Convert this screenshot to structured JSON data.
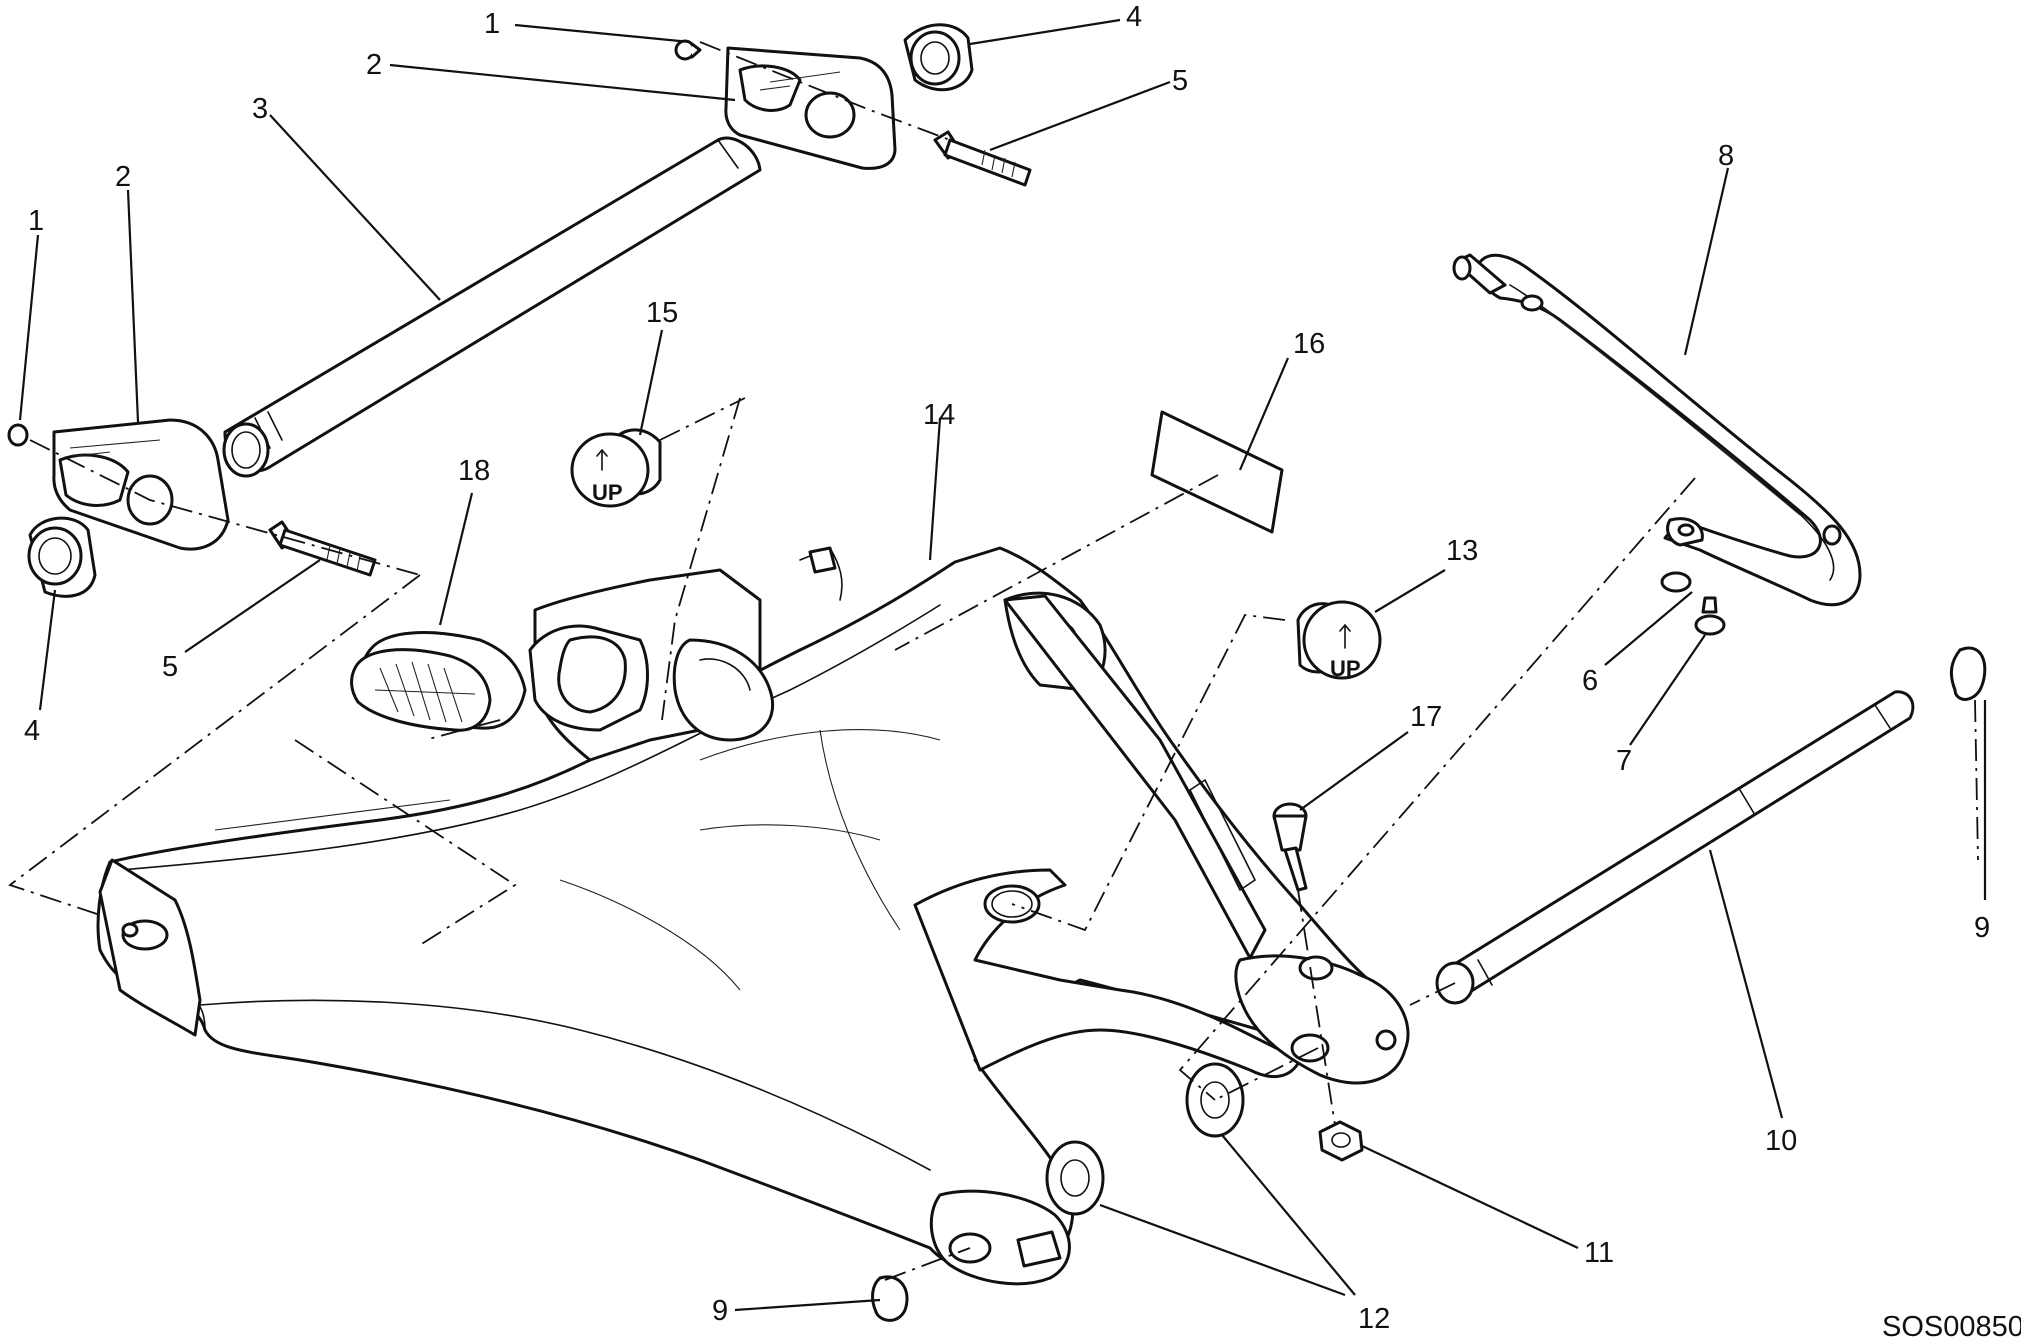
{
  "diagram": {
    "drawing_code": "SOS00850",
    "stamp_text": "UP",
    "callouts": {
      "c1a": "1",
      "c1b": "1",
      "c2a": "2",
      "c2b": "2",
      "c3": "3",
      "c4a": "4",
      "c4b": "4",
      "c5a": "5",
      "c5b": "5",
      "c6": "6",
      "c7": "7",
      "c8": "8",
      "c9a": "9",
      "c9b": "9",
      "c10": "10",
      "c11": "11",
      "c12": "12",
      "c13": "13",
      "c14": "14",
      "c15": "15",
      "c16": "16",
      "c17": "17",
      "c18": "18"
    }
  }
}
